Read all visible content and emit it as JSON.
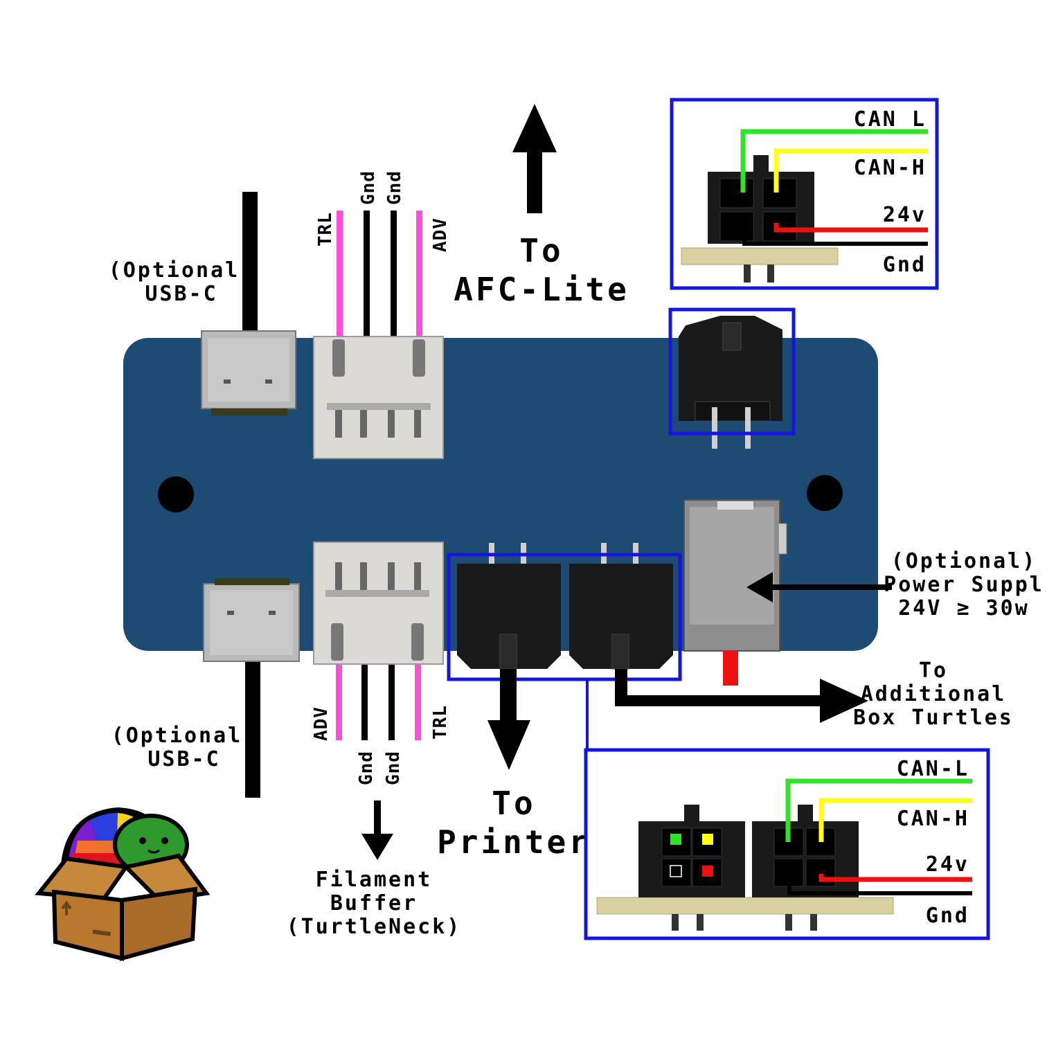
{
  "labels": {
    "to_afc_lite_line1": "To",
    "to_afc_lite_line2": "AFC-Lite",
    "to_printer_line1": "To",
    "to_printer_line2": "Printer",
    "usb_top_line1": "(Optional)",
    "usb_top_line2": "USB-C",
    "usb_bottom_line1": "(Optional)",
    "usb_bottom_line2": "USB-C",
    "power_line1": "(Optional)",
    "power_line2": "Power Suppl",
    "power_line3": "24V ≥ 30w",
    "additional_line1": "To",
    "additional_line2": "Additional",
    "additional_line3": "Box Turtles",
    "buffer_line1": "Filament",
    "buffer_line2": "Buffer",
    "buffer_line3": "(TurtleNeck)"
  },
  "top_header_pins": [
    "TRL",
    "Gnd",
    "Gnd",
    "ADV"
  ],
  "bottom_header_pins": [
    "ADV",
    "Gnd",
    "Gnd",
    "TRL"
  ],
  "top_inset": {
    "can_l": "CAN L",
    "can_h": "CAN-H",
    "v24": "24v",
    "gnd": "Gnd"
  },
  "bottom_inset": {
    "can_l": "CAN-L",
    "can_h": "CAN-H",
    "v24": "24v",
    "gnd": "Gnd"
  },
  "colors": {
    "pcb": "#1e4b73",
    "inset_border": "#1515e0",
    "can_l_wire": "#33e02a",
    "can_h_wire": "#ffff1a",
    "v24_wire": "#ee1111",
    "gnd_wire": "#000000",
    "signal_wire": "#ff4fd8",
    "inset_board": "#d8d0a0"
  }
}
